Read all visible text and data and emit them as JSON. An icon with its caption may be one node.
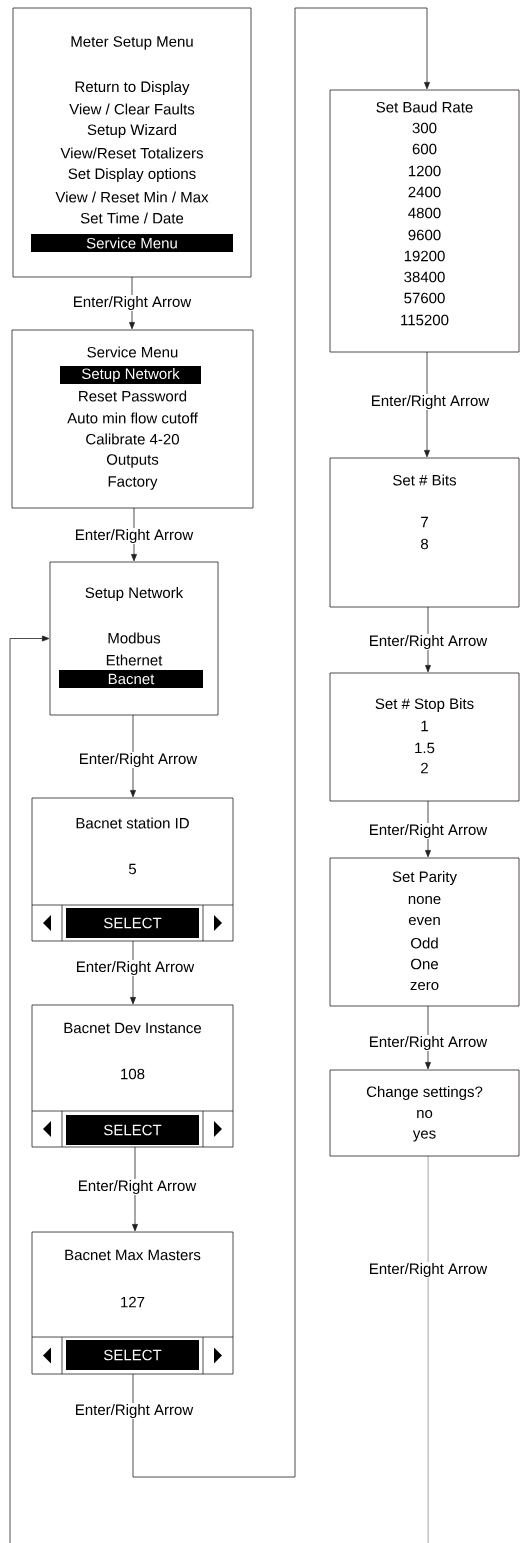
{
  "diagram": {
    "nodes": [
      {
        "text": [
          "Meter Setup Menu",
          "Return to Display",
          "View / Clear Faults",
          "Setup Wizard",
          "View/Reset Totalizers",
          "Set Display options",
          "View / Reset Min / Max",
          "Set Time / Date"
        ]
      },
      {
        "text": [
          "Service Menu"
        ],
        "in": 0
      },
      {
        "text": [
          "Service Menu",
          "Reset Password",
          "Auto min flow cutoff",
          "Calibrate 4-20",
          "Outputs",
          "Factory"
        ]
      },
      {
        "text": [
          "Setup Network"
        ],
        "in": 2
      },
      {
        "text": [
          "Setup Network",
          "Modbus",
          "Ethernet"
        ]
      },
      {
        "text": [
          "Bacnet"
        ],
        "in": 4
      },
      {
        "text": [
          "Bacnet station ID",
          "5"
        ]
      },
      {
        "text": [
          "SELECT"
        ],
        "in": 6
      },
      {
        "text": [
          "Bacnet Dev Instance",
          "108"
        ]
      },
      {
        "text": [
          "SELECT"
        ],
        "in": 8
      },
      {
        "text": [
          "Bacnet Max Masters",
          "127"
        ]
      },
      {
        "text": [
          "SELECT"
        ],
        "in": 10
      },
      {
        "text": [
          "Set Baud Rate",
          "300",
          "600",
          "1200",
          "2400",
          "4800",
          "9600",
          "19200",
          "38400",
          "57600",
          "115200"
        ]
      },
      {
        "text": [
          "Set # Bits",
          "7",
          "8"
        ]
      },
      {
        "text": [
          "Set # Stop Bits",
          "1",
          "1.5",
          "2"
        ]
      },
      {
        "text": [
          "Set Parity",
          "none",
          "even",
          "Odd",
          "One",
          "zero"
        ]
      },
      {
        "text": [
          "Change settings?",
          "no",
          "yes"
        ]
      }
    ],
    "edges": [
      {
        "from": 0,
        "to": 2,
        "arrow": "to",
        "label": "Enter/Right Arrow"
      },
      {
        "from": 2,
        "to": 4,
        "arrow": "to",
        "label": "Enter/Right Arrow"
      },
      {
        "from": 4,
        "to": 6,
        "arrow": "to",
        "label": "Enter/Right Arrow"
      },
      {
        "from": 6,
        "to": 8,
        "arrow": "to",
        "label": "Enter/Right Arrow"
      },
      {
        "from": 8,
        "to": 10,
        "arrow": "to",
        "label": "Enter/Right Arrow"
      },
      {
        "from": 10,
        "to": 12,
        "arrow": "to",
        "label": "Enter/Right Arrow"
      },
      {
        "from": 12,
        "to": 13,
        "arrow": "to",
        "label": "Enter/Right Arrow"
      },
      {
        "from": 13,
        "to": 14,
        "arrow": "to",
        "label": "Enter/Right Arrow"
      },
      {
        "from": 14,
        "to": 15,
        "arrow": "to",
        "label": "Enter/Right Arrow"
      },
      {
        "from": 15,
        "to": 16,
        "arrow": "to",
        "label": "Enter/Right Arrow"
      },
      {
        "from": 16,
        "to": null,
        "arrow": "none",
        "label": "Enter/Right Arrow"
      },
      {
        "from": null,
        "to": 4,
        "arrow": "to"
      }
    ]
  }
}
